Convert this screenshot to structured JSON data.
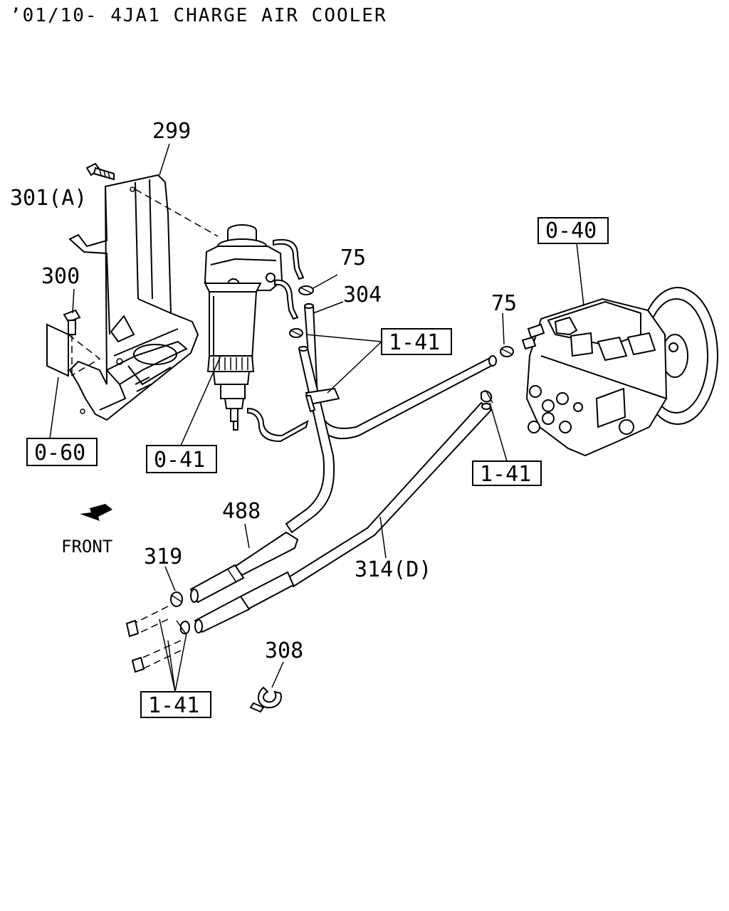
{
  "title": "’01/10- 4JA1 CHARGE AIR COOLER",
  "parts": {
    "p299": "299",
    "p301a": "301(A)",
    "p300": "300",
    "p75a": "75",
    "p304": "304",
    "p75b": "75",
    "p488": "488",
    "p319": "319",
    "p314d": "314(D)",
    "p308": "308"
  },
  "references": {
    "r040": "0-40",
    "r060": "0-60",
    "r041": "0-41",
    "r141a": "1-41",
    "r141b": "1-41",
    "r141c": "1-41"
  },
  "orientation": {
    "front_label": "FRONT"
  }
}
